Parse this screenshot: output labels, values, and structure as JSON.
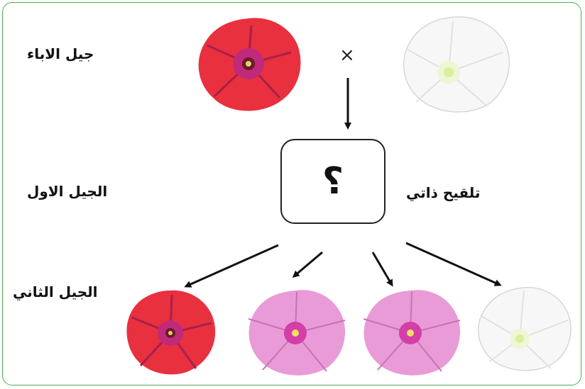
{
  "labels": {
    "parents": "جيل الاباء",
    "first_gen": "الجيل الاول",
    "second_gen": "الجيل الثاني",
    "self_pollination": "تلقيح ذاتي"
  },
  "cross_symbol": "×",
  "question_mark": "؟",
  "colors": {
    "red_flower": "#e8303f",
    "red_center": "#b1228a",
    "pink_flower": "#e89bd6",
    "pink_center": "#d43ea8",
    "white_flower": "#f7f7f7",
    "white_center": "#d9ef9a",
    "frame": "#4caf50"
  },
  "icons": [
    "red-flower-icon",
    "white-flower-icon",
    "pink-flower-icon",
    "arrow-icon"
  ]
}
